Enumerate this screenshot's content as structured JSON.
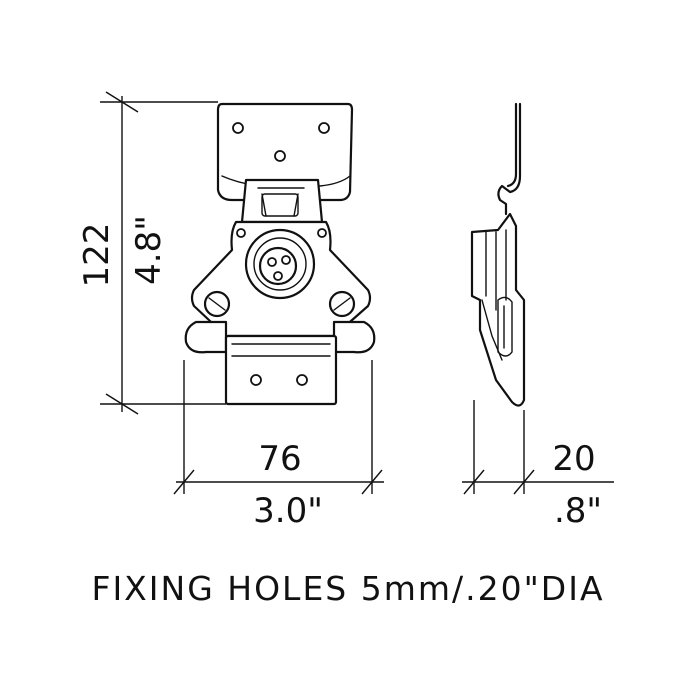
{
  "dimensions": {
    "height_mm": "122",
    "height_in": "4.8\"",
    "width_mm": "76",
    "width_in": "3.0\"",
    "depth_mm": "20",
    "depth_in": ".8\""
  },
  "caption": "FIXING HOLES 5mm/.20\"DIA"
}
